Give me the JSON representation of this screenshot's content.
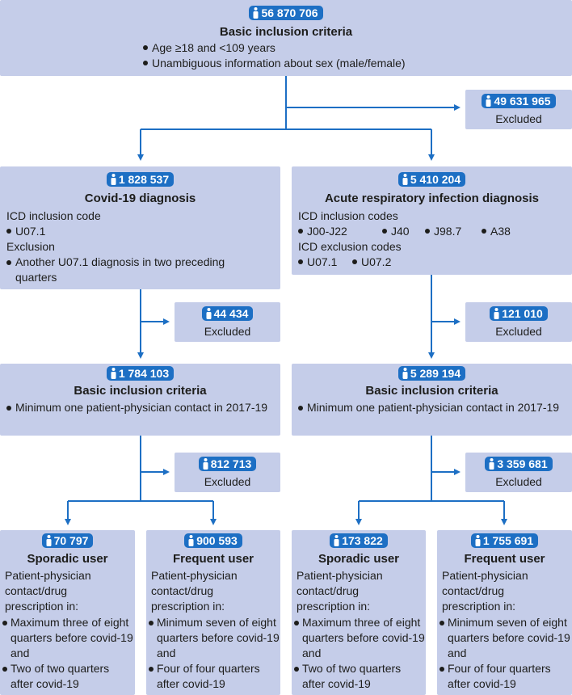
{
  "colors": {
    "box": "#c5cde9",
    "accent": "#1d6fc4",
    "text": "#1d1d1b"
  },
  "icon": "person-icon",
  "top": {
    "count": "56 870 706",
    "title": "Basic inclusion criteria",
    "items": [
      "Age ≥18 and <109 years",
      "Unambiguous information about sex (male/female)"
    ]
  },
  "excluded_label": "Excluded",
  "excluded_top": "49 631 965",
  "covid": {
    "count": "1 828 537",
    "title": "Covid-19 diagnosis",
    "incl_label": "ICD inclusion code",
    "incl_codes": [
      "U07.1"
    ],
    "excl_label": "Exclusion",
    "excl_items": [
      "Another U07.1 diagnosis in two preceding quarters"
    ],
    "excluded": "44 434",
    "basic": {
      "count": "1 784 103",
      "title": "Basic inclusion criteria",
      "items": [
        "Minimum one patient-physician contact in 2017-19"
      ]
    },
    "excluded2": "812 713",
    "sporadic": {
      "count": "70 797",
      "title": "Sporadic user"
    },
    "frequent": {
      "count": "900 593",
      "title": "Frequent user"
    }
  },
  "ari": {
    "count": "5 410 204",
    "title": "Acute respiratory infection diagnosis",
    "incl_label": "ICD inclusion codes",
    "incl_codes": [
      "J00-J22",
      "J40",
      "J98.7",
      "A38"
    ],
    "excl_label": "ICD exclusion codes",
    "excl_codes": [
      "U07.1",
      "U07.2"
    ],
    "excluded": "121 010",
    "basic": {
      "count": "5 289 194",
      "title": "Basic inclusion criteria",
      "items": [
        "Minimum one patient-physician contact in 2017-19"
      ]
    },
    "excluded2": "3 359 681",
    "sporadic": {
      "count": "173 822",
      "title": "Sporadic user"
    },
    "frequent": {
      "count": "1 755 691",
      "title": "Frequent user"
    }
  },
  "user_intro": "Patient-physician contact/drug prescription in:",
  "sporadic_items": [
    "Maximum three of eight quarters before covid-19 and",
    "Two of two quarters after covid-19"
  ],
  "frequent_items": [
    "Minimum seven of eight quarters before covid-19 and",
    "Four of four quarters after covid-19"
  ]
}
